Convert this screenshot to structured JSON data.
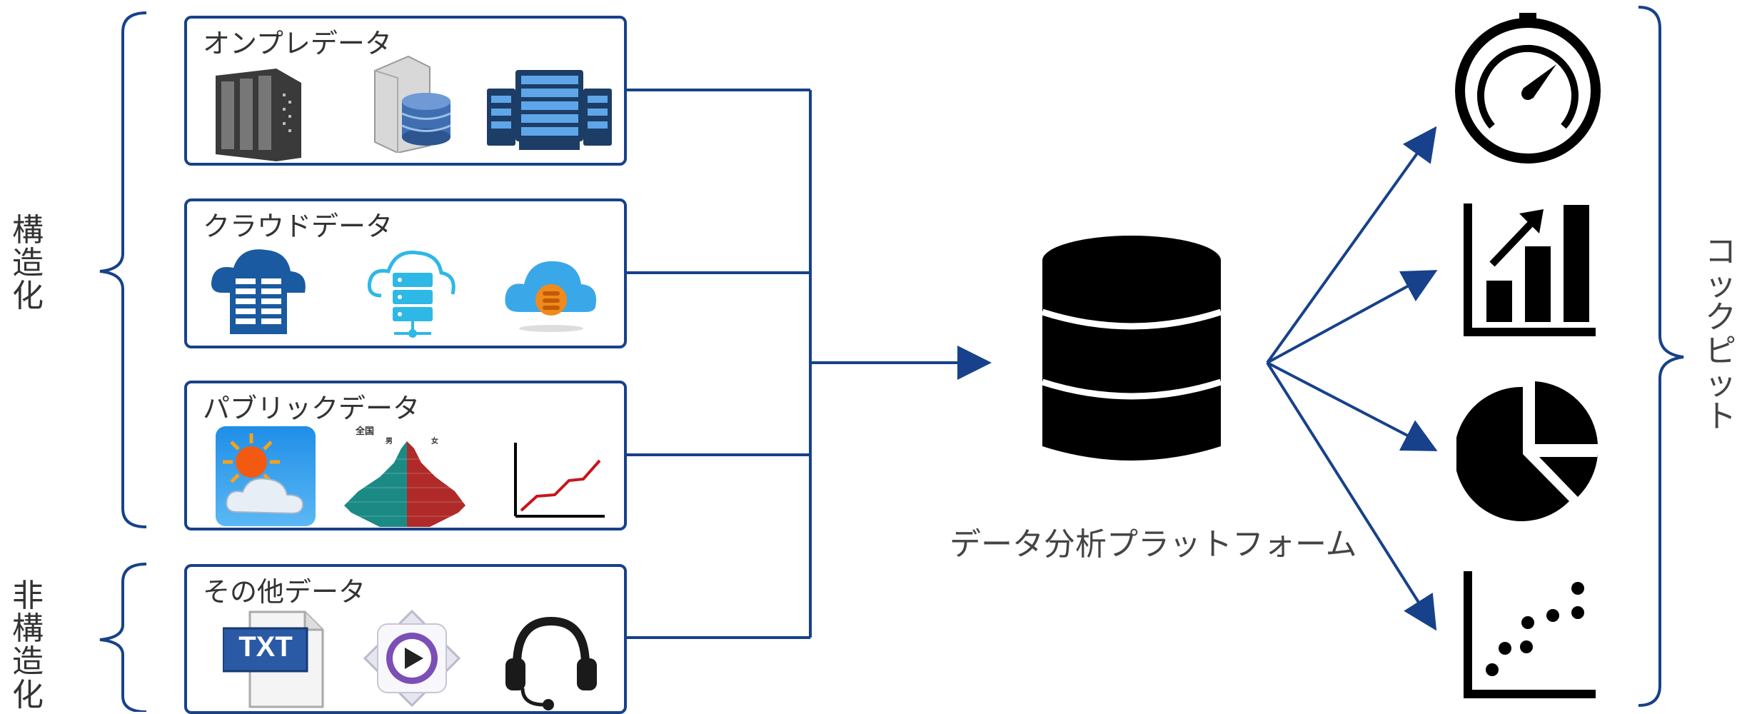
{
  "groups": {
    "structured_label": [
      "構",
      "造",
      "化"
    ],
    "unstructured_label": [
      "非",
      "構",
      "造",
      "化"
    ]
  },
  "sources": [
    {
      "title": "オンプレデータ",
      "icons": [
        "server-rack-icon",
        "database-server-icon",
        "server-stack-icon"
      ]
    },
    {
      "title": "クラウドデータ",
      "icons": [
        "cloud-building-icon",
        "cloud-server-icon",
        "cloud-database-icon"
      ]
    },
    {
      "title": "パブリックデータ",
      "icons": [
        "weather-icon",
        "population-pyramid-icon",
        "line-graph-icon"
      ]
    },
    {
      "title": "その他データ",
      "icons": [
        "txt-file-icon",
        "media-play-icon",
        "headset-icon"
      ]
    }
  ],
  "population_pyramid": {
    "region": "全国",
    "male": "男",
    "female": "女"
  },
  "txt_label": "TXT",
  "platform": {
    "label": "データ分析プラットフォーム"
  },
  "cockpit": {
    "label": [
      "コ",
      "ッ",
      "ク",
      "ピ",
      "ッ",
      "ト"
    ],
    "icons": [
      "gauge-icon",
      "bar-chart-icon",
      "pie-chart-icon",
      "scatter-plot-icon"
    ]
  },
  "colors": {
    "accent": "#17418a",
    "icon": "#000000",
    "blue": "#1a5aa0",
    "cyan": "#2eb8e6"
  }
}
